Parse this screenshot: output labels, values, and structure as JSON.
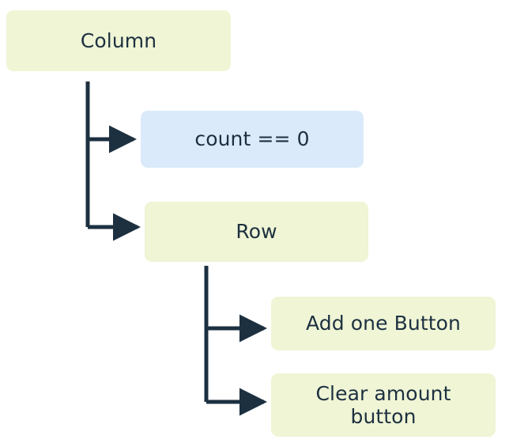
{
  "diagram": {
    "type": "tree",
    "title": "",
    "background_color": "#ffffff",
    "colors": {
      "node_green": "#eff5d5",
      "node_blue": "#daeafa",
      "text": "#1d3040",
      "connector": "#1d3040"
    },
    "nodes": [
      {
        "id": "column",
        "label": "Column",
        "style": "green",
        "level": 0
      },
      {
        "id": "count",
        "label": "count == 0",
        "style": "blue",
        "level": 1
      },
      {
        "id": "row",
        "label": "Row",
        "style": "green",
        "level": 1
      },
      {
        "id": "add_one",
        "label": "Add one Button",
        "style": "green",
        "level": 2
      },
      {
        "id": "clear",
        "label": "Clear amount\nbutton",
        "style": "green",
        "level": 2
      }
    ],
    "edges": [
      {
        "from": "column",
        "to": "count",
        "arrow": "arrowhead-right-icon"
      },
      {
        "from": "column",
        "to": "row",
        "arrow": "arrowhead-right-icon"
      },
      {
        "from": "row",
        "to": "add_one",
        "arrow": "arrowhead-right-icon"
      },
      {
        "from": "row",
        "to": "clear",
        "arrow": "arrowhead-right-icon"
      }
    ]
  }
}
